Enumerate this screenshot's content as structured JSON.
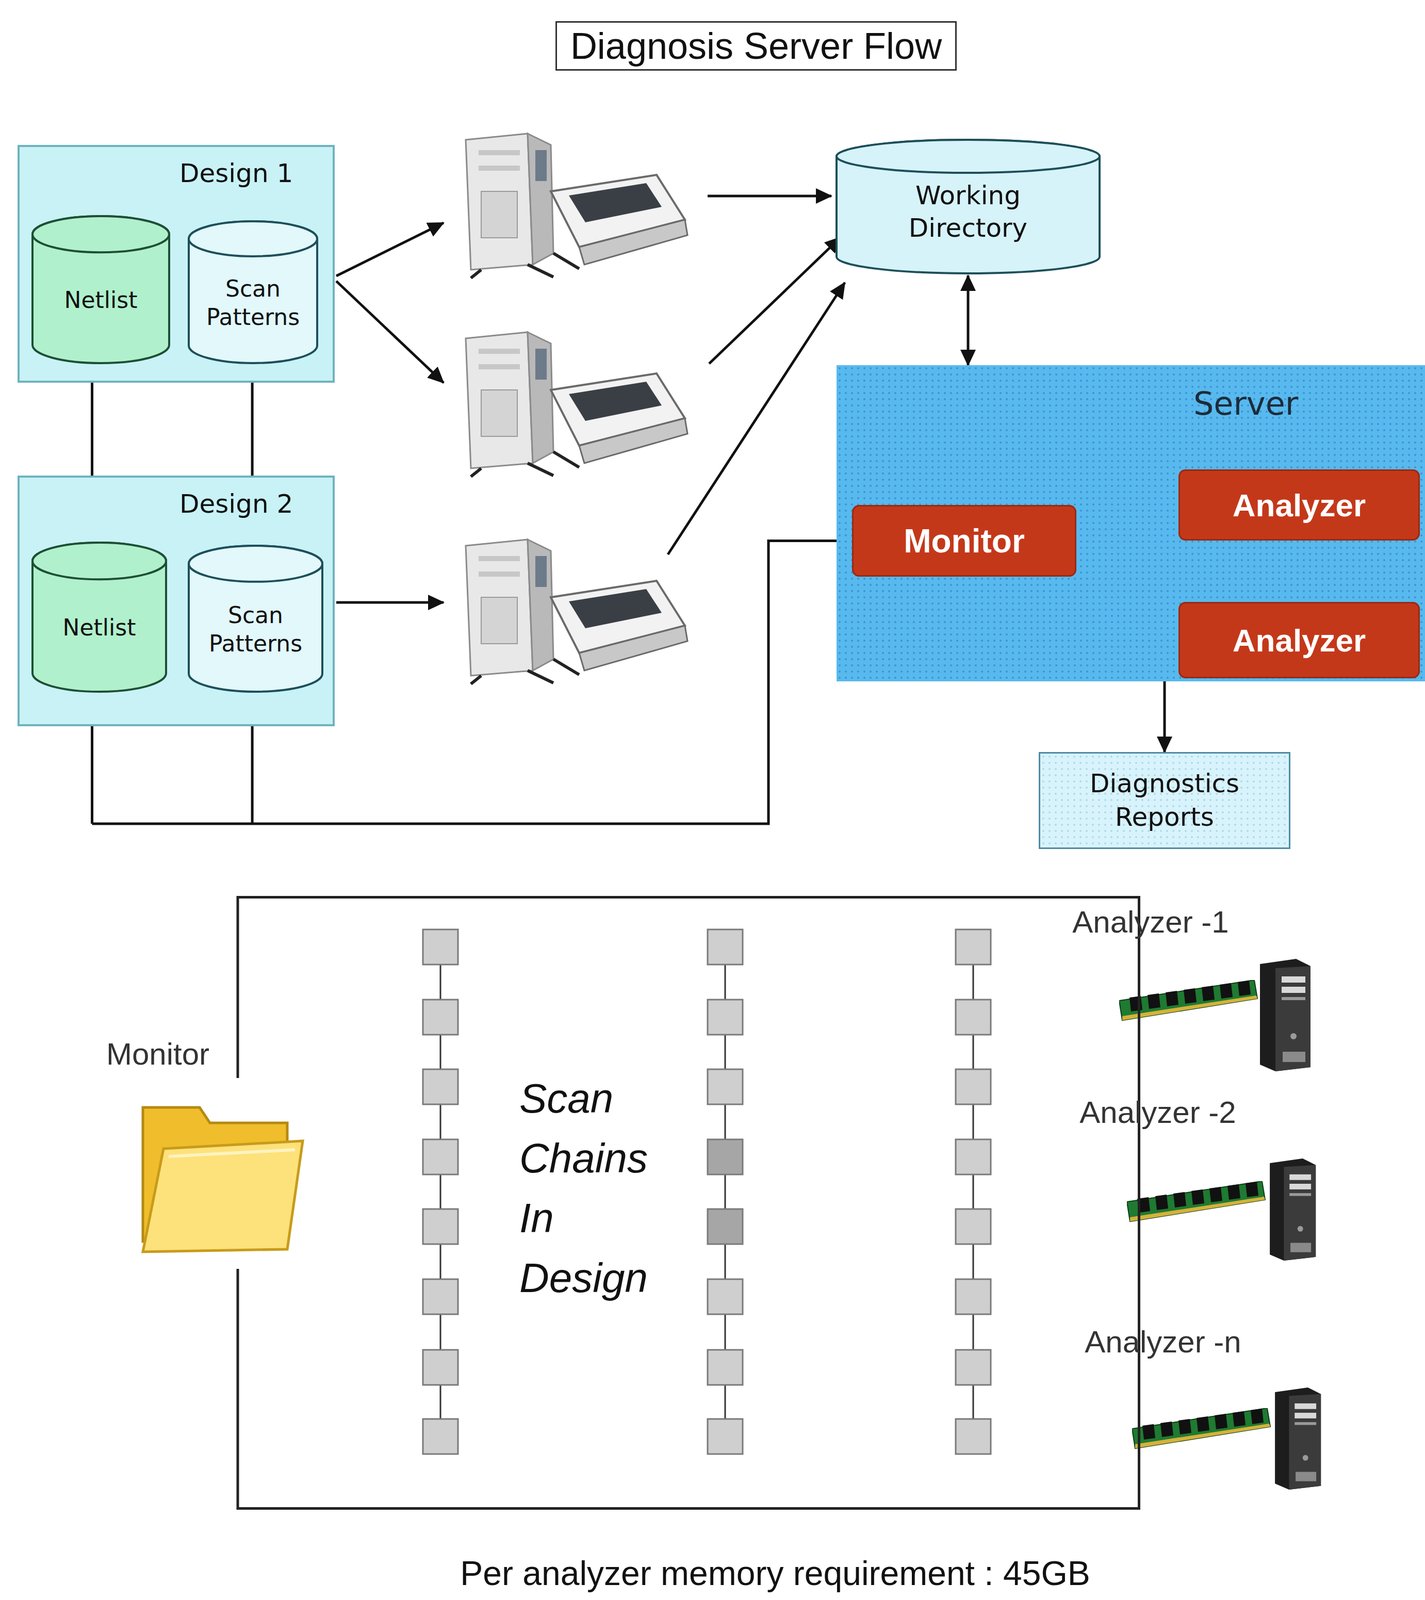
{
  "diagram": {
    "title": "Diagnosis Server Flow",
    "caption": "Per analyzer memory requirement : 45GB",
    "nodes": [
      {
        "text": [
          "Design 1"
        ]
      },
      {
        "text": [
          "Netlist"
        ],
        "in": 0
      },
      {
        "text": [
          "Scan Patterns"
        ],
        "in": 0
      },
      {
        "text": [
          "Design 2"
        ]
      },
      {
        "text": [
          "Netlist"
        ],
        "in": 3
      },
      {
        "text": [
          "Scan Patterns"
        ],
        "in": 3
      },
      {
        "text": [
          "Working Directory"
        ]
      },
      {
        "text": [
          "Server"
        ]
      },
      {
        "text": [
          "Monitor"
        ],
        "in": 7
      },
      {
        "text": [
          "Analyzer"
        ],
        "in": 7
      },
      {
        "text": [
          "Analyzer"
        ],
        "in": 7
      },
      {
        "text": [
          "Diagnostics Reports"
        ]
      },
      {
        "text": [
          "Scan Chains In Design"
        ]
      }
    ],
    "edges": [
      {
        "from": 0,
        "to": 3,
        "arrow": "none"
      },
      {
        "from": 3,
        "to": 8,
        "arrow": "to"
      },
      {
        "from": 6,
        "to": 7,
        "arrow": "both"
      },
      {
        "from": 8,
        "to": 9,
        "arrow": "to"
      },
      {
        "from": 8,
        "to": 10,
        "arrow": "to"
      },
      {
        "from": 7,
        "to": 11,
        "arrow": "to"
      }
    ],
    "labels": [
      "Monitor",
      "Analyzer -1",
      "Analyzer -2",
      "Analyzer -n"
    ]
  }
}
